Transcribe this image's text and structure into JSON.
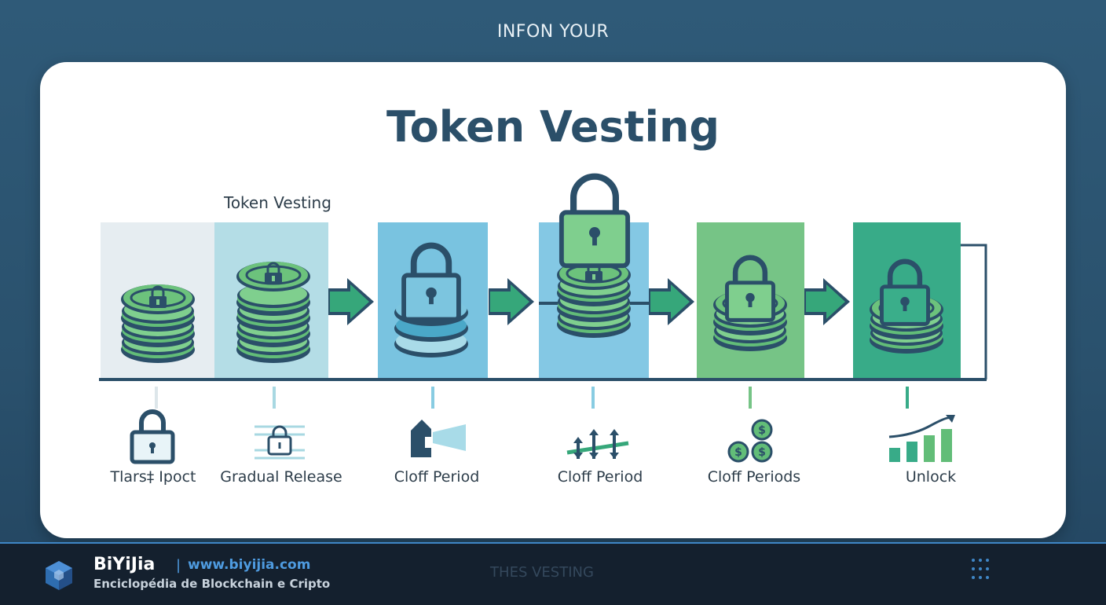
{
  "header": {
    "caption": "INFON YOUR"
  },
  "card": {
    "title": "Token Vesting",
    "subtitle": "Token Vesting"
  },
  "steps": [
    {
      "label": "Tlars‡ Ipoct",
      "color": "#e8eef2",
      "icon": "lock-icon"
    },
    {
      "label": "Gradual Release",
      "color": "#b4dde6",
      "icon": "lock-list-icon"
    },
    {
      "label": "Cloff Period",
      "color": "#79c3e0",
      "icon": "flag-icon"
    },
    {
      "label": "Cloff Period",
      "color": "#84c8e4",
      "icon": "trend-arrows-icon"
    },
    {
      "label": "Cloff Periods",
      "color": "#76c486",
      "icon": "coins-icon"
    },
    {
      "label": "Unlock",
      "color": "#38ab88",
      "icon": "growth-chart-icon"
    }
  ],
  "colors": {
    "navy": "#2b4f69",
    "coin_green": "#6cc27c",
    "arrow_green": "#36a77a",
    "footer_bg": "#14202e",
    "link_blue": "#4e9be0"
  },
  "footer": {
    "brand": "BiYiJia",
    "separator": "|",
    "url": "www.biyijia.com",
    "tagline": "Enciclopédia de Blockchain e Cripto",
    "center_text": "THES VESTING",
    "logo_icon": "cube-logo-icon",
    "menu_icon": "grid-dots-icon"
  }
}
